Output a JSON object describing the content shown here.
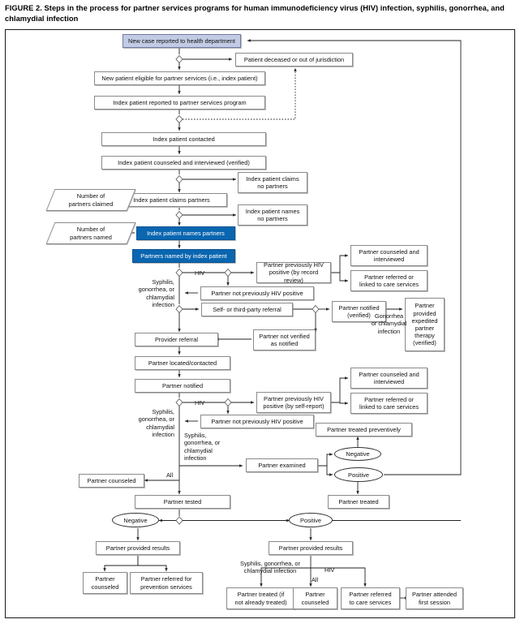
{
  "figure": {
    "caption": "FIGURE 2. Steps in the process for partner services programs for human immunodeficiency virus (HIV) infection, syphilis, gonorrhea, and chlamydial infection"
  },
  "colors": {
    "accent_blue": "#0a66b0",
    "lavender": "#c2cbe4",
    "node_border": "#8a8a8a",
    "frame_border": "#1a1a1a",
    "text": "#111111"
  },
  "nodes": {
    "new_case": "New case reported to health department",
    "patient_deceased": "Patient deceased or out of jurisdiction",
    "new_patient_eligible": "New patient eligible for partner services (i.e., index patient)",
    "index_reported": "Index patient reported to partner services program",
    "index_contacted": "Index patient contacted",
    "index_counseled": "Index patient counseled and interviewed (verified)",
    "index_claims_no_partners": "Index patient claims\nno partners",
    "index_claims_partners": "Index patient claims partners",
    "number_partners_claimed": "Number of\npartners claimed",
    "index_names_no_partners": "Index patient names\nno partners",
    "index_names_partners": "Index patient names partners",
    "number_partners_named": "Number of\npartners named",
    "partners_named_by_index": "Partners named by index patient",
    "partner_prev_hiv_record": "Partner previously HIV\npositive (by record review)",
    "partner_counseled_interviewed_1": "Partner counseled and\ninterviewed",
    "partner_referred_linked_1": "Partner referred or\nlinked to care services",
    "partner_not_prev_hiv_1": "Partner not previously HIV positive",
    "self_third_party_referral": "Self- or third-party referral",
    "partner_notified_verified": "Partner notified\n(verified)",
    "partner_expedited_therapy": "Partner\nprovided\nexpedited\npartner\ntherapy\n(verified)",
    "partner_not_verified": "Partner not verified\nas notified",
    "provider_referral": "Provider referral",
    "partner_located": "Partner located/contacted",
    "partner_notified": "Partner notified",
    "partner_prev_hiv_self": "Partner previously HIV\npositive (by self-report)",
    "partner_counseled_interviewed_2": "Partner counseled and\ninterviewed",
    "partner_referred_linked_2": "Partner referred or\nlinked to care services",
    "partner_not_prev_hiv_2": "Partner not previously HIV positive",
    "partner_treated_preventively": "Partner treated preventively",
    "partner_examined": "Partner examined",
    "exam_negative": "Negative",
    "exam_positive": "Positive",
    "partner_treated": "Partner treated",
    "partner_counseled_left": "Partner counseled",
    "partner_tested": "Partner tested",
    "test_negative": "Negative",
    "test_positive": "Positive",
    "partner_provided_results_left": "Partner provided results",
    "partner_counseled_bl": "Partner\ncounseled",
    "partner_referred_prevention": "Partner referred for\nprevention services",
    "partner_provided_results_right": "Partner provided results",
    "partner_treated_if_not": "Partner treated (if\nnot already treated)",
    "partner_counseled_br": "Partner\ncounseled",
    "partner_referred_care": "Partner referred\nto care services",
    "partner_attended_first": "Partner attended\nfirst session"
  },
  "edge_labels": {
    "hiv_1": "HIV",
    "sgc_1": "Syphilis,\ngonorrhea, or\nchlamydial\ninfection",
    "gc_1": "Gonorrhea\nor chlamydial\ninfection",
    "hiv_2": "HIV",
    "sgc_2": "Syphilis,\ngonorrhea, or\nchlamydial\ninfection",
    "sgc_3": "Syphilis,\ngonorrhea, or\nchlamydial\ninfection",
    "all_1": "All",
    "sgc_bottom": "Syphilis, gonorrhea, or\nchlamydial infection",
    "hiv_bottom": "HIV",
    "all_bottom": "All"
  }
}
